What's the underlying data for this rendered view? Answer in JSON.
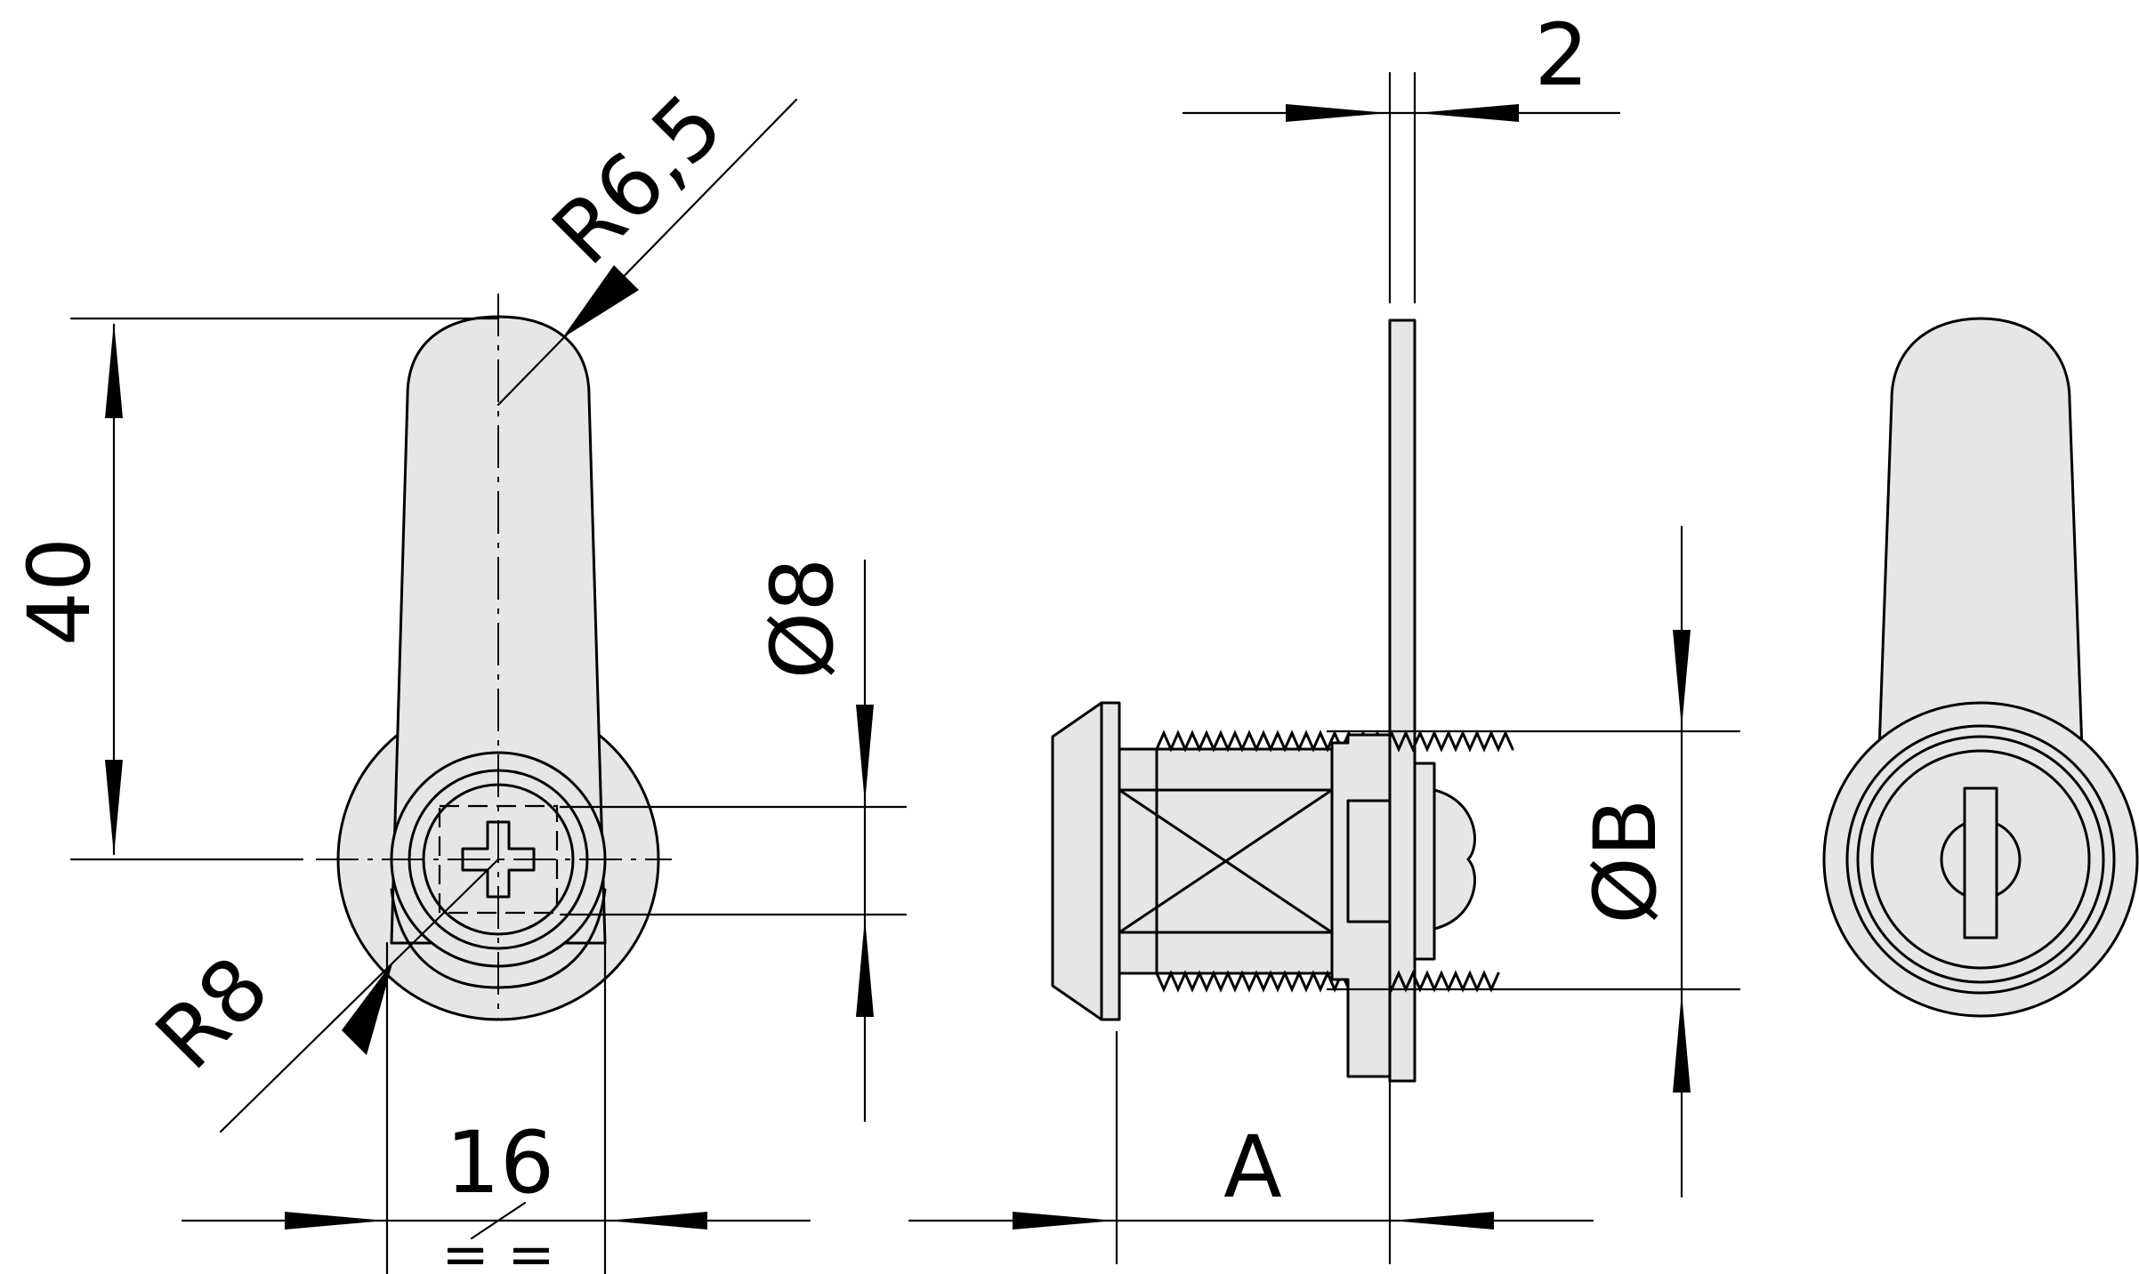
{
  "dimensions": {
    "height_40": "40",
    "radius_top": "R6,5",
    "radius_bottom": "R8",
    "width_16": "16",
    "diameter_8": "Ø8",
    "thickness_2": "2",
    "length_a": "A",
    "diameter_b": "ØB",
    "equal_mark": "= ="
  },
  "colors": {
    "part_fill": "#e6e6e6",
    "line": "#000000",
    "background": "#ffffff"
  }
}
